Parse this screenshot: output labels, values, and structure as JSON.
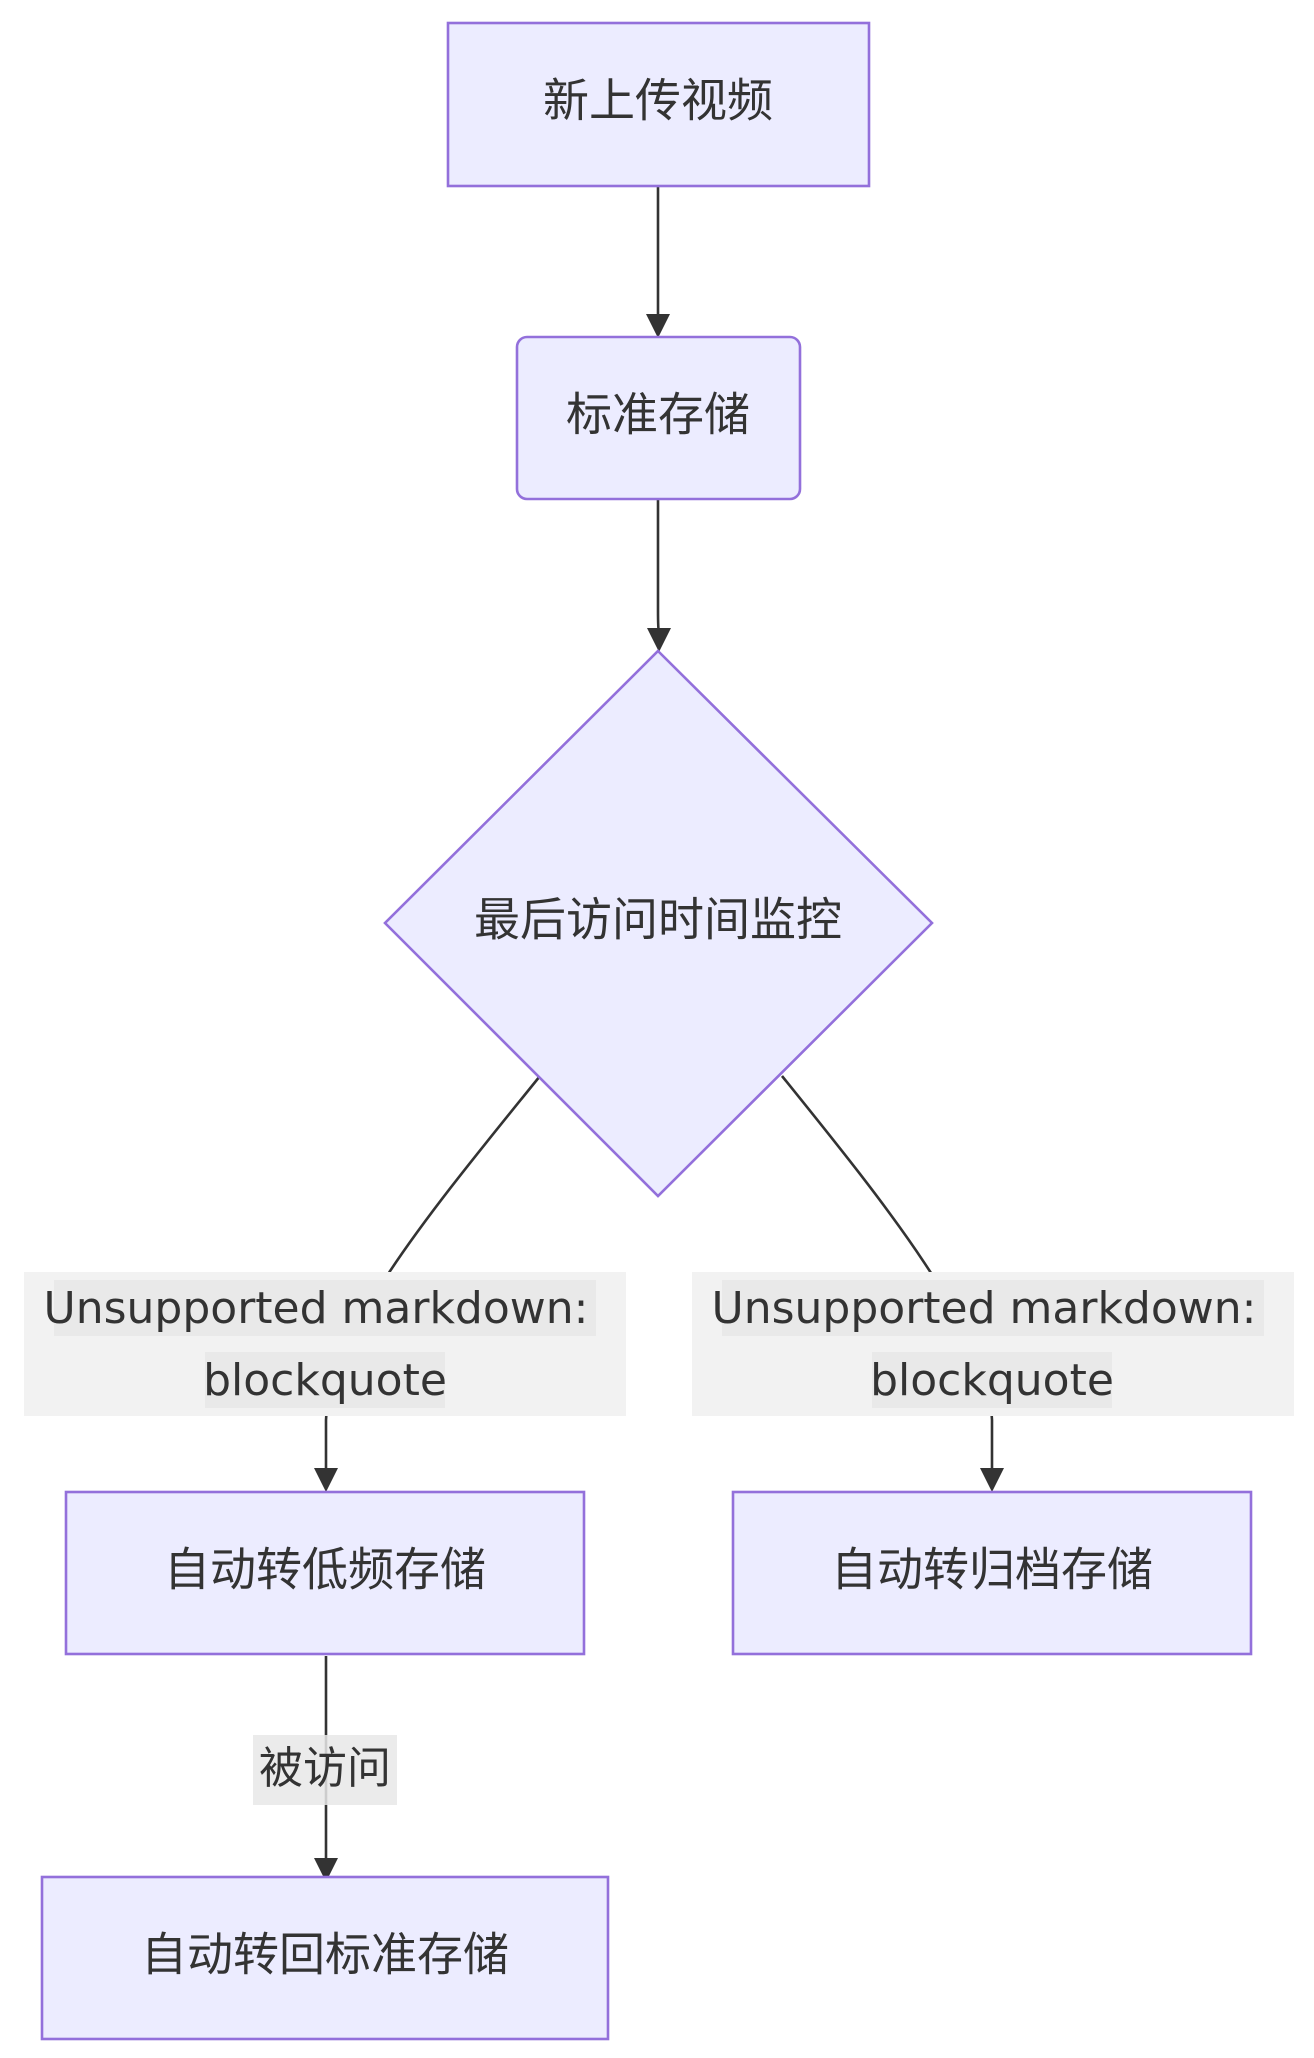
{
  "nodes": {
    "upload": "新上传视频",
    "standard": "标准存储",
    "monitor": "最后访问时间监控",
    "low_freq": "自动转低频存储",
    "archive": "自动转归档存储",
    "back_standard": "自动转回标准存储"
  },
  "edges": {
    "left_label_line1": "Unsupported markdown:",
    "left_label_line2": "blockquote",
    "right_label_line1": "Unsupported markdown:",
    "right_label_line2": "blockquote",
    "accessed_label": "被访问"
  },
  "colors": {
    "node_fill": "#ECECFF",
    "node_stroke": "#9370DB",
    "edge": "#333333",
    "label_bg": "#f2f2f2"
  }
}
